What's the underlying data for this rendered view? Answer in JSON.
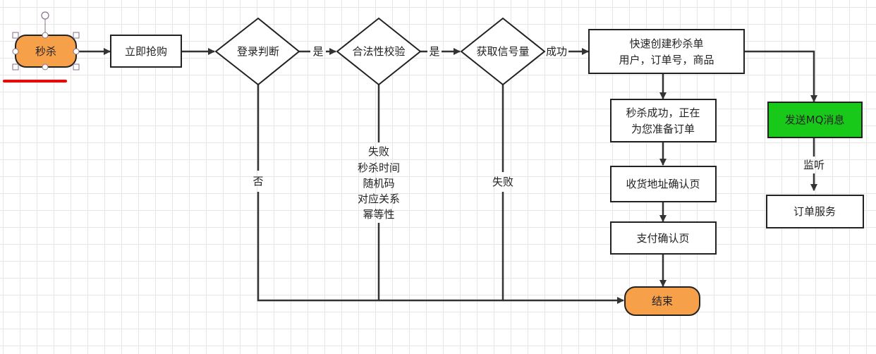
{
  "diagram": {
    "nodes": {
      "start": {
        "label": "秒杀",
        "color": "#f7a04a"
      },
      "buy_now": {
        "label": "立即抢购"
      },
      "login_check": {
        "label": "登录判断"
      },
      "validity_check": {
        "label": "合法性校验"
      },
      "get_semaphore": {
        "label": "获取信号量"
      },
      "create_order": {
        "line1": "快速创建秒杀单",
        "line2": "用户，订单号，商品"
      },
      "seckill_success": {
        "line1": "秒杀成功，正在",
        "line2": "为您准备订单"
      },
      "address_confirm": {
        "label": "收货地址确认页"
      },
      "pay_confirm": {
        "label": "支付确认页"
      },
      "end": {
        "label": "结束",
        "color": "#f7a04a"
      },
      "send_mq": {
        "label": "发送MQ消息",
        "color": "#19c919"
      },
      "order_service": {
        "label": "订单服务"
      }
    },
    "edges": {
      "login_yes": "是",
      "validity_yes": "是",
      "semaphore_success": "成功",
      "login_no": "否",
      "validity_fail": [
        "失败",
        "秒杀时间",
        "随机码",
        "对应关系",
        "幂等性"
      ],
      "semaphore_fail": "失败",
      "mq_listen": "监听"
    },
    "annotation": {
      "underline_color": "#ff0000"
    }
  }
}
